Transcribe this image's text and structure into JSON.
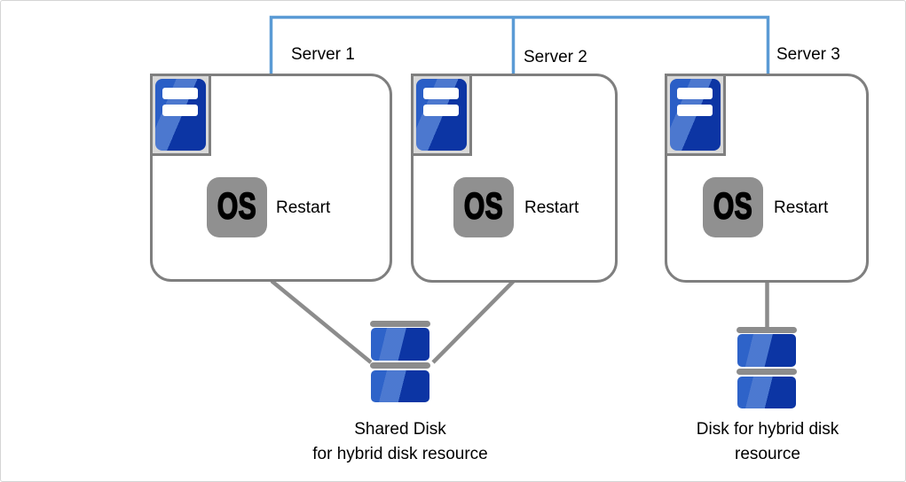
{
  "diagram": {
    "description": "Three-server cluster with shared and dedicated disks for hybrid disk resource"
  },
  "colors": {
    "network_line_blue": "#5B9BD5",
    "box_border_gray": "#7F7F7F",
    "connector_gray": "#8C8C8C",
    "icon_frame_gray": "#D9D9D9",
    "os_badge_gray": "#909090",
    "server_blue_light": "#2A5EC6",
    "server_blue_dark": "#0C35A4",
    "canvas_border": "#D5D5D5"
  },
  "servers": [
    {
      "name": "Server 1",
      "os_badge": "OS",
      "status": "Restart"
    },
    {
      "name": "Server 2",
      "os_badge": "OS",
      "status": "Restart"
    },
    {
      "name": "Server 3",
      "os_badge": "OS",
      "status": "Restart"
    }
  ],
  "disks": {
    "shared": {
      "line1": "Shared Disk",
      "line2": "for hybrid disk resource"
    },
    "hybrid": {
      "line1": "Disk for hybrid disk",
      "line2": "resource"
    }
  }
}
